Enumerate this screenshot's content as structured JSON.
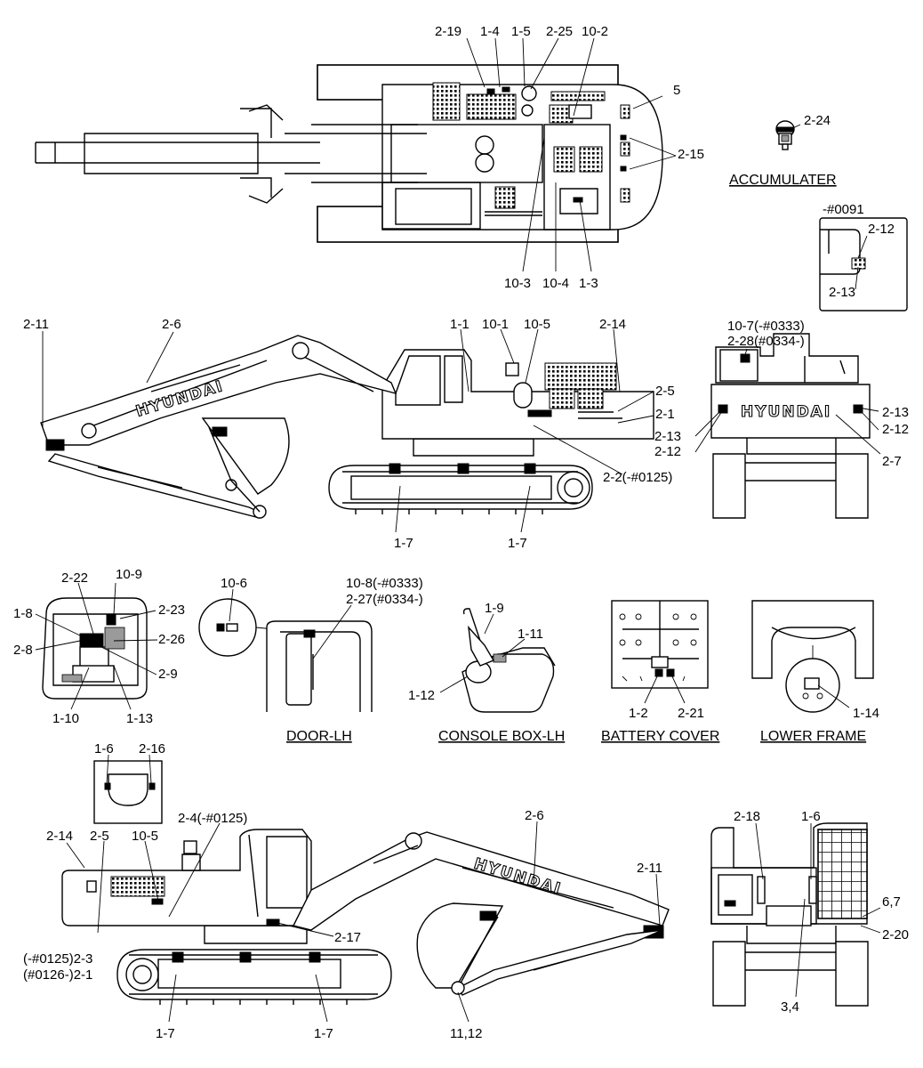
{
  "brand": "HYUNDAI",
  "captions": {
    "accumulater": "ACCUMULATER",
    "door_lh": "DOOR-LH",
    "console_box_lh": "CONSOLE BOX-LH",
    "battery_cover": "BATTERY COVER",
    "lower_frame": "LOWER FRAME",
    "serial_note": "-#0091"
  },
  "labels": {
    "t_2_19": "2-19",
    "t_1_4": "1-4",
    "t_1_5": "1-5",
    "t_2_25": "2-25",
    "t_10_2": "10-2",
    "t_5": "5",
    "t_2_24": "2-24",
    "t_2_15": "2-15",
    "t_10_3": "10-3",
    "t_10_4": "10-4",
    "t_1_3": "1-3",
    "d_2_12": "2-12",
    "d_2_13": "2-13",
    "s_2_11": "2-11",
    "s_2_6": "2-6",
    "s_1_1": "1-1",
    "s_10_1": "10-1",
    "s_10_5": "10-5",
    "s_2_14": "2-14",
    "s_2_5": "2-5",
    "s_2_1": "2-1",
    "s_2_2": "2-2(-#0125)",
    "s_1_7a": "1-7",
    "s_1_7b": "1-7",
    "r_10_7": "10-7(-#0333)",
    "r_2_28": "2-28(#0334-)",
    "r_2_13a": "2-13",
    "r_2_12a": "2-12",
    "r_2_13b": "2-13",
    "r_2_12b": "2-12",
    "r_2_7": "2-7",
    "c_2_22": "2-22",
    "c_10_9": "10-9",
    "c_1_8": "1-8",
    "c_2_23": "2-23",
    "c_2_8": "2-8",
    "c_2_26": "2-26",
    "c_2_9": "2-9",
    "c_1_10": "1-10",
    "c_1_13": "1-13",
    "dr_10_6": "10-6",
    "dr_10_8": "10-8(-#0333)",
    "dr_2_27": "2-27(#0334-)",
    "cb_1_9": "1-9",
    "cb_1_11": "1-11",
    "cb_1_12": "1-12",
    "bc_1_2": "1-2",
    "bc_2_21": "2-21",
    "lf_1_14": "1-14",
    "h_1_6": "1-6",
    "h_2_16": "2-16",
    "l_2_4": "2-4(-#0125)",
    "l_2_14": "2-14",
    "l_2_5": "2-5",
    "l_10_5": "10-5",
    "l_2_6": "2-6",
    "l_2_11": "2-11",
    "l_2_17": "2-17",
    "l_2_3": "(-#0125)2-3",
    "l_2_1": "(#0126-)2-1",
    "l_1_7a": "1-7",
    "l_1_7b": "1-7",
    "l_11_12": "11,12",
    "f_2_18": "2-18",
    "f_1_6": "1-6",
    "f_6_7": "6,7",
    "f_2_20": "2-20",
    "f_3_4": "3,4"
  }
}
